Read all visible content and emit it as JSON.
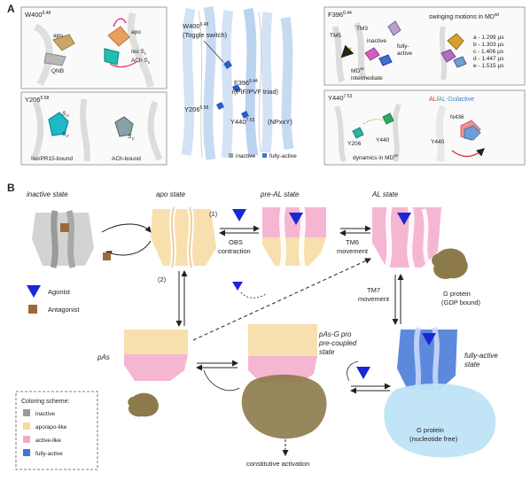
{
  "panel_a": {
    "label": "A",
    "w400_box": {
      "title": "W400",
      "title_sup": "6.48",
      "apo_left": "apo",
      "apo_right": "apo",
      "qnb": "QNB",
      "ixo": "Ixo S",
      "ixo_sub": "c",
      "ach": "ACh S",
      "ach_sub": "v"
    },
    "y206_box": {
      "title": "Y206",
      "title_sup": "5.58",
      "sh": "S",
      "sh_sub": "H",
      "sv": "S",
      "sv_sub": "V",
      "sv2": "S",
      "sv2_sub": "V",
      "left_caption": "Ixo/PR15-bound",
      "right_caption": "ACh-bound"
    },
    "center": {
      "w400": "W400",
      "w400_sup": "6.48",
      "toggle": "(Toggle switch)",
      "f396": "F396",
      "f396_sup": "6.44",
      "pif": "(PIF/PVF triad)",
      "y206": "Y206",
      "y206_sup": "5.58",
      "y440": "Y440",
      "y440_sup": "7.53",
      "npxxy": "(NPxxY)",
      "legend_inactive": "inactive",
      "legend_active": "fully-active"
    },
    "f396_box": {
      "title": "F396",
      "title_sup": "6.44",
      "swing": "swinging motions in MD",
      "swing_sup": "wt",
      "tm5": "TM5",
      "tm3": "TM3",
      "inactive": "inactive",
      "fully": "fully-",
      "active": "active",
      "md": "MD",
      "md_sup": "wt",
      "intermediate": "intermediate",
      "times": [
        "a - 1.299 μs",
        "b - 1.303 μs",
        "c - 1.406 μs",
        "d - 1.447 μs",
        "e - 1.515 μs"
      ]
    },
    "y440_box": {
      "title": "Y440",
      "title_sup": "7.53",
      "al": "AL",
      "sep1": "/",
      "al2": "AL-",
      "go": "Go",
      "sep2": "/",
      "active": "active",
      "n436": "N436",
      "y206": "Y206",
      "y440a": "Y440",
      "y440b": "Y440",
      "dynamics": "dynamics in MD",
      "dynamics_sup": "wt"
    }
  },
  "panel_b": {
    "label": "B",
    "states": {
      "inactive": "inactive state",
      "apo": "apo state",
      "pre_al": "pre-AL state",
      "al": "AL state",
      "pas": "pAs",
      "pas_g1": "pAs-G pro",
      "pas_g2": "pre-coupled",
      "pas_g3": "state",
      "fully1": "fully-active",
      "fully2": "state"
    },
    "transitions": {
      "one": "(1)",
      "two": "(2)",
      "obs1": "OBS",
      "obs2": "contraction",
      "tm6_1": "TM6",
      "tm6_2": "movement",
      "tm7_1": "TM7",
      "tm7_2": "movement",
      "constitutive": "constitutive activation"
    },
    "gprotein": {
      "gdp1": "G protein",
      "gdp2": "(GDP bound)",
      "free1": "G protein",
      "free2": "(nucleotide free)"
    },
    "legend": {
      "agonist": "Agonist",
      "antagonist": "Antagonist"
    },
    "coloring": {
      "title": "Coloring scheme:",
      "items": [
        "inactive",
        "apo/apo-like",
        "active-like",
        "fully-active"
      ]
    }
  },
  "colors": {
    "inactive": "#9a9a9a",
    "apo": "#f7d9a0",
    "active_like": "#f3a9c9",
    "fully_active": "#3f74d6",
    "agonist": "#1a26d9",
    "antagonist": "#9b6a3a",
    "gprotein_gdp": "#8c7a4a",
    "gprotein_free": "#bfe3f7"
  }
}
